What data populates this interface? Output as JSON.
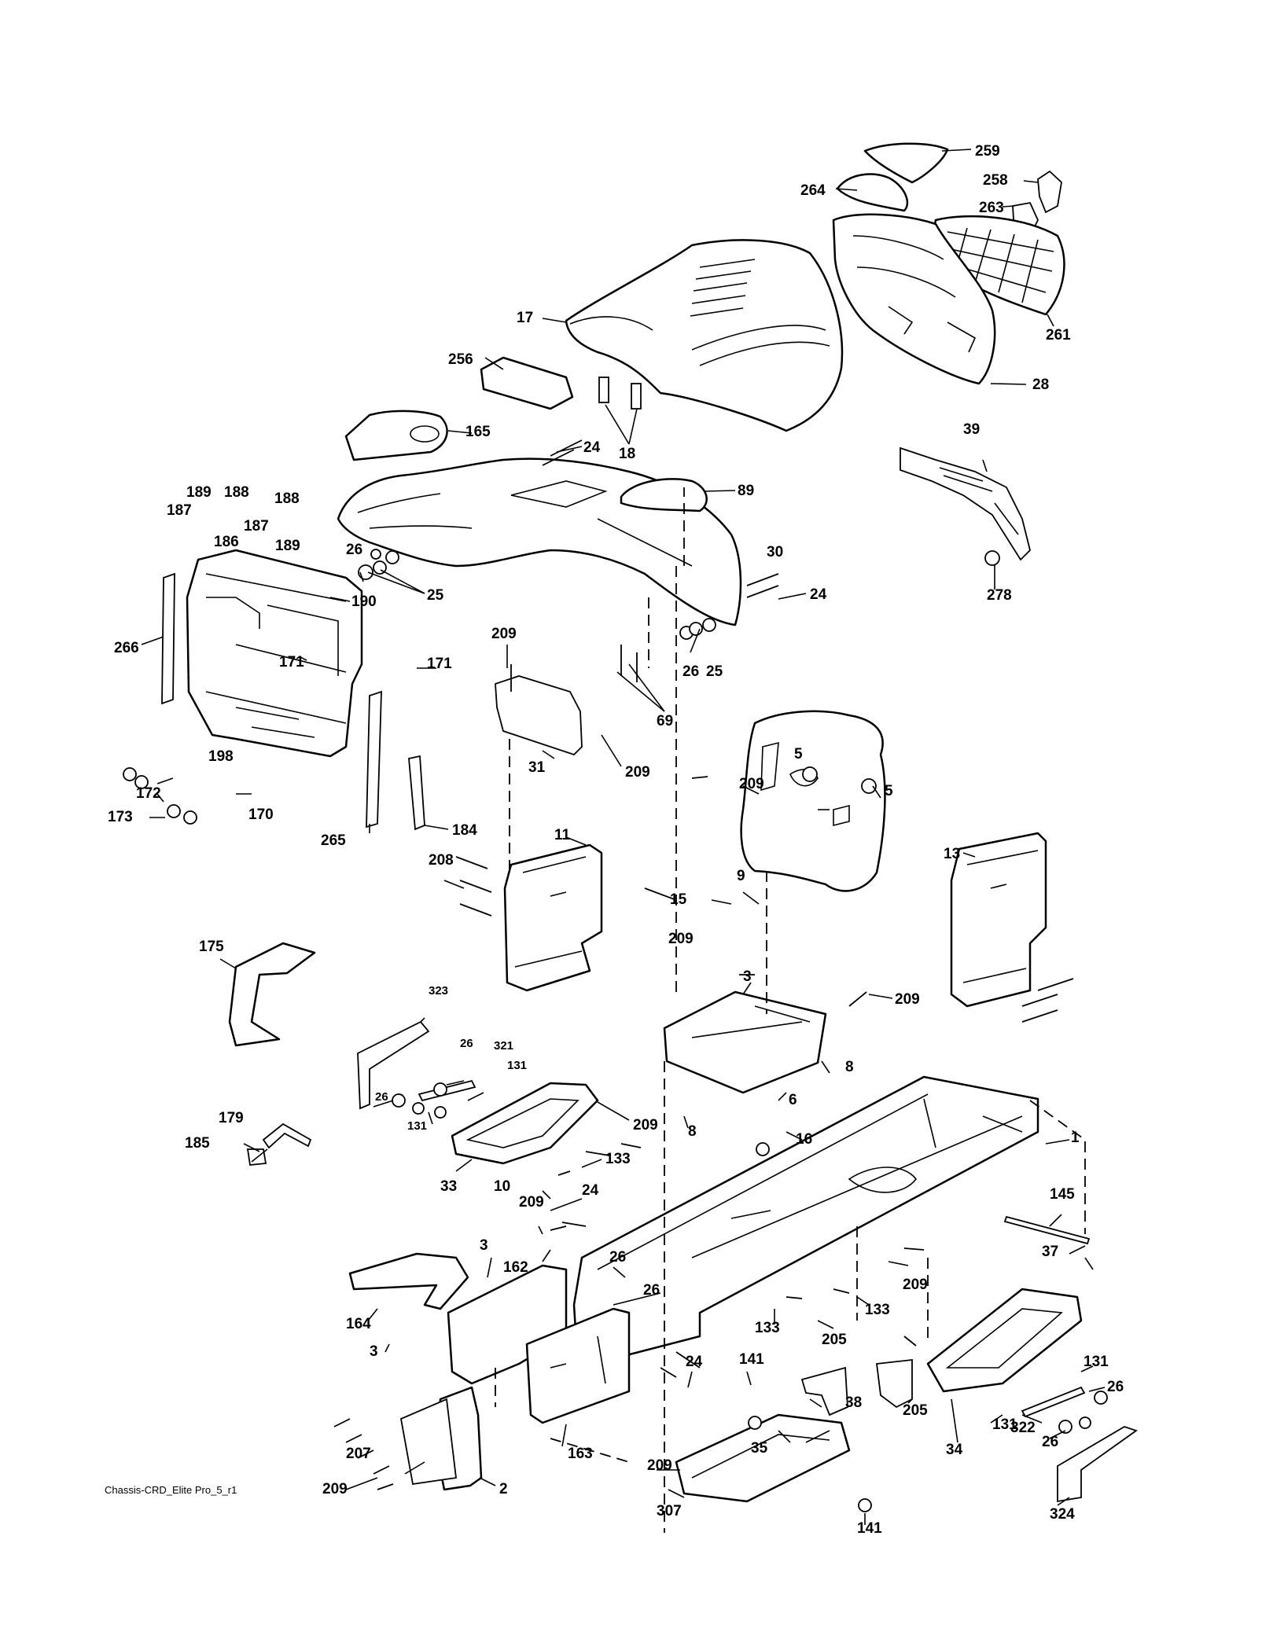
{
  "caption": "Chassis-CRD_Elite Pro_5_r1",
  "callouts": [
    "259",
    "264",
    "258",
    "263",
    "261",
    "17",
    "28",
    "256",
    "18",
    "165",
    "24",
    "39",
    "89",
    "189",
    "188",
    "187",
    "186",
    "188",
    "187",
    "189",
    "26",
    "25",
    "30",
    "24",
    "278",
    "266",
    "190",
    "171",
    "171",
    "209",
    "26",
    "25",
    "69",
    "31",
    "209",
    "198",
    "172",
    "173",
    "170",
    "265",
    "184",
    "5",
    "209",
    "5",
    "11",
    "208",
    "9",
    "13",
    "15",
    "209",
    "3",
    "209",
    "175",
    "323",
    "26",
    "321",
    "131",
    "8",
    "26",
    "131",
    "209",
    "6",
    "8",
    "16",
    "1",
    "179",
    "185",
    "33",
    "133",
    "10",
    "24",
    "145",
    "209",
    "3",
    "162",
    "26",
    "26",
    "37",
    "209",
    "164",
    "133",
    "133",
    "205",
    "3",
    "141",
    "24",
    "131",
    "26",
    "207",
    "163",
    "209",
    "38",
    "205",
    "131",
    "322",
    "26",
    "35",
    "34",
    "209",
    "2",
    "324",
    "307",
    "141"
  ],
  "colors": {
    "ink": "#000000",
    "paper": "#ffffff"
  }
}
